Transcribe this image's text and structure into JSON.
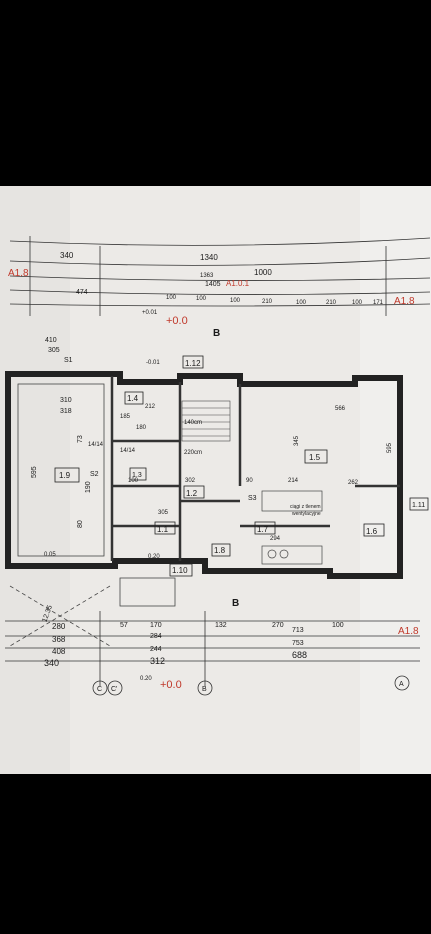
{
  "photo": {
    "top_dims": [
      "340",
      "1340",
      "1000",
      "1405",
      "474",
      "100",
      "100",
      "100",
      "210",
      "100",
      "210",
      "100",
      "171",
      "1363"
    ],
    "red_marks": [
      "A1.8",
      "A1.8",
      "A1.8",
      "+0.0",
      "+0.0",
      "A1.0.1"
    ],
    "section_marks": [
      "B",
      "B"
    ],
    "rooms": [
      "1.12",
      "1.4",
      "1.5",
      "1.9",
      "1.2",
      "1.1",
      "1.7",
      "1.6",
      "1.8",
      "1.10",
      "1.3",
      "1.11"
    ],
    "dims_left": [
      "410",
      "305",
      "310",
      "318",
      "595",
      "73",
      "190",
      "80",
      "280",
      "368",
      "408",
      "340",
      "312",
      "688"
    ],
    "dims_mid": [
      "212",
      "185",
      "180",
      "100",
      "302",
      "305",
      "90",
      "214",
      "262",
      "566",
      "345",
      "595",
      "294",
      "284",
      "713",
      "753",
      "170",
      "57",
      "132",
      "270",
      "100",
      "244"
    ],
    "room_notes": [
      "140cm",
      "220cm",
      "14/14",
      "14/14",
      "ciągi z tlenem",
      "wentylacyjne"
    ],
    "axis_marks": [
      "C",
      "C'",
      "B",
      "A"
    ],
    "levels": [
      "-0.01",
      "+0.01",
      "0.20",
      "0.05",
      "0.20"
    ],
    "extra": [
      "S2",
      "S1",
      "S3",
      "12.35"
    ]
  },
  "colors": {
    "paper": "#eceae7",
    "ink": "#1a1a1a",
    "red": "#c0392b",
    "frame": "#000000"
  }
}
